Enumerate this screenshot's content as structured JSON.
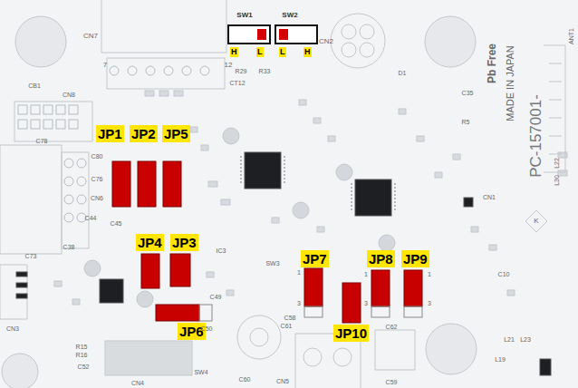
{
  "diagram": {
    "nodes": [
      {
        "text": [
          "H"
        ]
      },
      {
        "text": [
          "L"
        ]
      },
      {
        "text": [
          "L"
        ]
      },
      {
        "text": [
          "H"
        ]
      },
      {
        "text": [
          "JP1"
        ]
      },
      {
        "text": [
          "JP2"
        ]
      },
      {
        "text": [
          "JP5"
        ]
      },
      {
        "text": [
          "JP4"
        ]
      },
      {
        "text": [
          "JP3"
        ]
      },
      {
        "text": [
          "JP7"
        ]
      },
      {
        "text": [
          "JP8"
        ]
      },
      {
        "text": [
          "JP9"
        ]
      },
      {
        "text": [
          "JP6"
        ]
      },
      {
        "text": [
          "JP10"
        ]
      }
    ],
    "labels": [
      "CN7",
      "7",
      "12",
      "SW1",
      "SW2",
      "CN2",
      "CB1",
      "CN8",
      "C78",
      "C80",
      "C76",
      "CN6",
      "C44",
      "C45",
      "C38",
      "C73",
      "CN3",
      "R15",
      "R16",
      "C52",
      "CN4",
      "SW4",
      "SW3",
      "IC3",
      "C49",
      "C50",
      "C58",
      "C61",
      "C60",
      "CN5",
      "C59",
      "C62",
      "CN1",
      "C10",
      "D1",
      "C35",
      "R5",
      "R29",
      "R33",
      "CT12",
      "L22",
      "L30",
      "L21",
      "L23",
      "L19",
      "ANT1",
      "Pb Free",
      "MADE IN JAPAN",
      "PC-157001-",
      "K",
      "1",
      "3",
      "1",
      "3",
      "1",
      "3"
    ]
  }
}
